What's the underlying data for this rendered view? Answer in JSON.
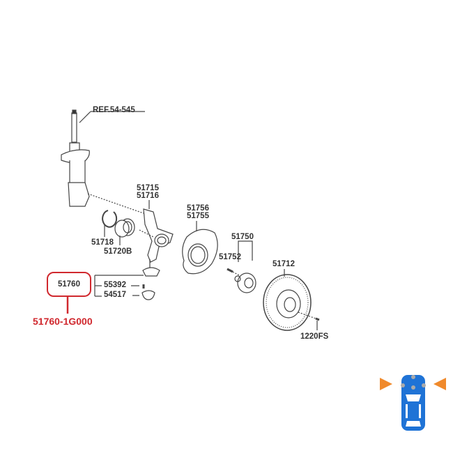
{
  "diagram": {
    "labels": {
      "ref": "REF.54-545",
      "p51715": "51715",
      "p51716": "51716",
      "p51756": "51756",
      "p51755": "51755",
      "p51718": "51718",
      "p51720b": "51720B",
      "p51750": "51750",
      "p51752": "51752",
      "p51712": "51712",
      "p51760": "51760",
      "p55392": "55392",
      "p54517": "54517",
      "p1220fs": "1220FS"
    },
    "highlight": {
      "part_number": "51760-1G000",
      "color": "#d0282e"
    },
    "position_indicator": {
      "car_color": "#1f73d6",
      "arrow_color": "#f08a2c"
    }
  }
}
